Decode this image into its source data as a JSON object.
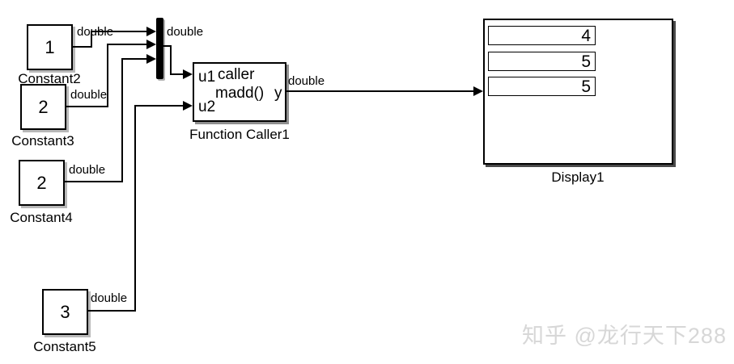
{
  "blocks": {
    "constant2": {
      "value": "1",
      "label": "Constant2"
    },
    "constant3": {
      "value": "2",
      "label": "Constant3"
    },
    "constant4": {
      "value": "2",
      "label": "Constant4"
    },
    "constant5": {
      "value": "3",
      "label": "Constant5"
    },
    "function_caller1": {
      "label": "Function Caller1",
      "port_u1": "u1",
      "port_u2": "u2",
      "port_y": "y",
      "text_line1": "caller",
      "text_line2": "madd()"
    },
    "display1": {
      "label": "Display1",
      "values": [
        "4",
        "5",
        "5"
      ]
    }
  },
  "signals": {
    "labels": [
      "double",
      "double",
      "double",
      "double",
      "double",
      "double"
    ]
  },
  "watermark": {
    "text": "知乎 @龙行天下288"
  },
  "colors": {
    "background": "#ffffff",
    "wire": "#000000",
    "block_border": "#000000",
    "mux_fill": "#000000",
    "watermark": "#d7d7d7"
  }
}
